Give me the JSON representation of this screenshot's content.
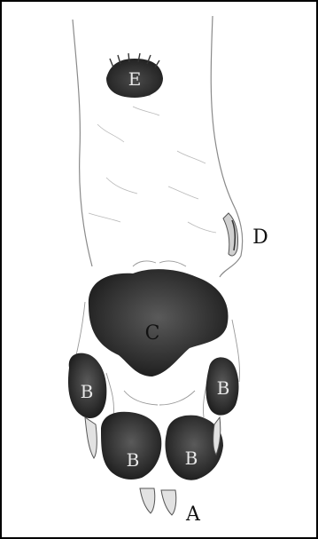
{
  "labels": {
    "a": "A",
    "b": "B",
    "c": "C",
    "d": "D",
    "e": "E"
  },
  "colors": {
    "pad_dark": "#2c2c2c",
    "pad_mid": "#4a4a4a",
    "sketch_line": "#777777",
    "label_light": "#e8e8e8",
    "label_dark": "#111111"
  }
}
